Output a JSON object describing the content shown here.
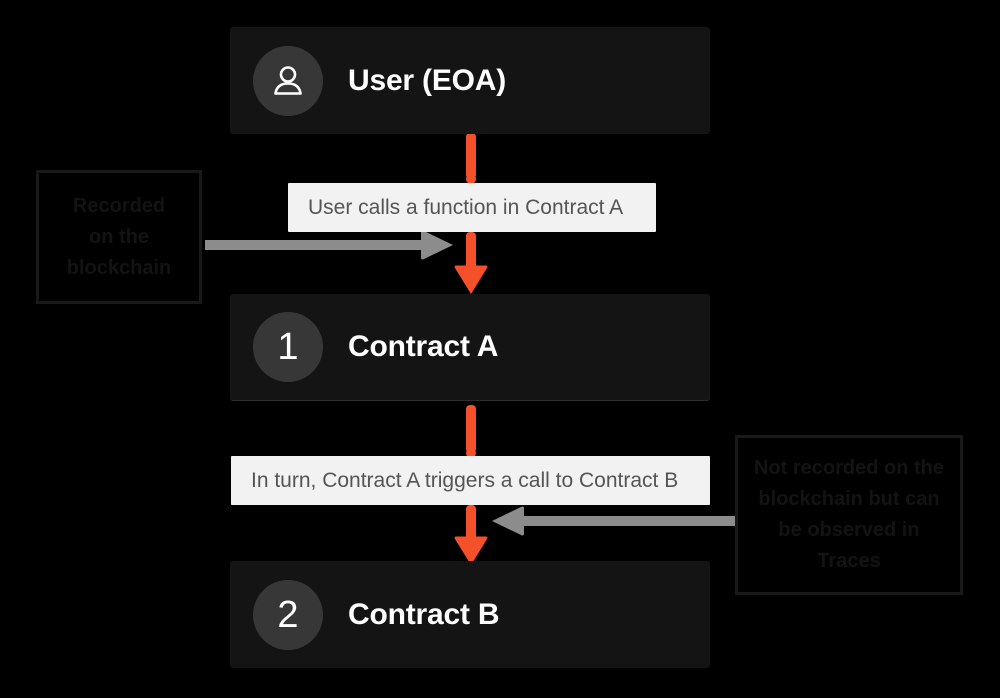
{
  "diagram": {
    "title": "Transaction call flow: User (EOA) to Contract A to Contract B",
    "background_color": "#000000",
    "accent_color": "#f4502a",
    "node_color": "#141414",
    "badge_color": "#373737",
    "caption_color": "#f2f2f2",
    "gray_arrow_color": "#8c8c8c"
  },
  "nodes": [
    {
      "id": "user",
      "badge_kind": "user-icon",
      "badge_label": "",
      "title": "User (EOA)"
    },
    {
      "id": "contract-a",
      "badge_kind": "number",
      "badge_label": "1",
      "title": "Contract A"
    },
    {
      "id": "contract-b",
      "badge_kind": "number",
      "badge_label": "2",
      "title": "Contract B"
    }
  ],
  "captions": [
    {
      "id": "caption-1",
      "text": "User calls a function in Contract A"
    },
    {
      "id": "caption-2",
      "text": "In turn, Contract A triggers a call to Contract B"
    }
  ],
  "annotations": [
    {
      "id": "annotation-left",
      "lines": [
        "Recorded",
        "on the",
        "blockchain"
      ],
      "points_to": "contract-a-call",
      "arrow_direction": "right"
    },
    {
      "id": "annotation-right",
      "lines": [
        "Not recorded on the",
        "blockchain but can",
        "be observed in",
        "Traces"
      ],
      "points_to": "contract-b-call",
      "arrow_direction": "left"
    }
  ],
  "connectors": [
    {
      "id": "arrow-user-to-caption1",
      "color": "#f4502a",
      "direction": "down"
    },
    {
      "id": "arrow-caption1-to-contract-a",
      "color": "#f4502a",
      "direction": "down"
    },
    {
      "id": "arrow-contract-a-to-caption2",
      "color": "#f4502a",
      "direction": "down"
    },
    {
      "id": "arrow-caption2-to-contract-b",
      "color": "#f4502a",
      "direction": "down"
    },
    {
      "id": "arrow-annotation-left",
      "color": "#8c8c8c",
      "direction": "right"
    },
    {
      "id": "arrow-annotation-right",
      "color": "#8c8c8c",
      "direction": "left"
    }
  ]
}
